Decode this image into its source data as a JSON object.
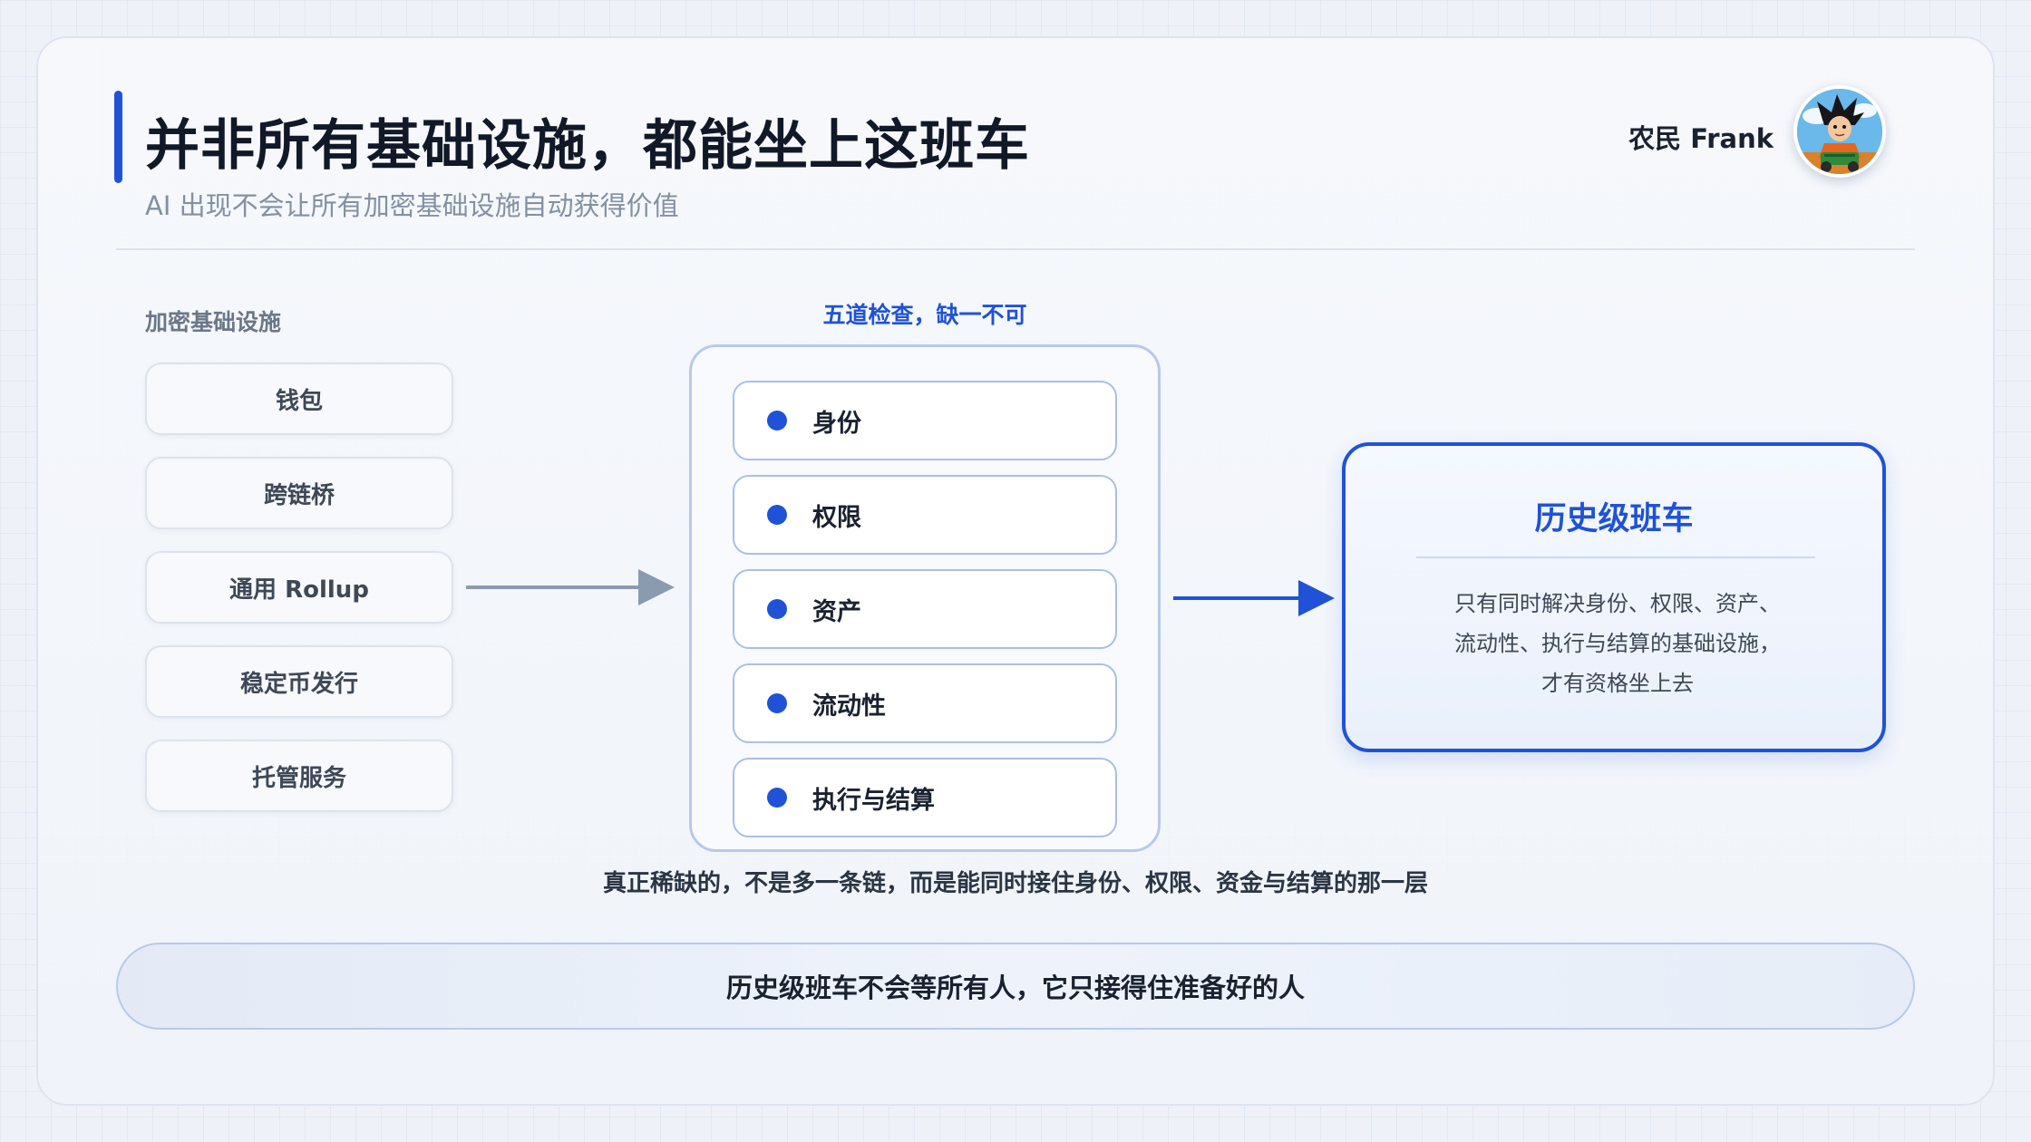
{
  "header": {
    "title": "并非所有基础设施，都能坐上这班车",
    "subtitle": "AI 出现不会让所有加密基础设施自动获得价值",
    "author": "农民 Frank"
  },
  "left_panel": {
    "label": "加密基础设施",
    "items": [
      "钱包",
      "跨链桥",
      "通用 Rollup",
      "稳定币发行",
      "托管服务"
    ]
  },
  "checks_panel": {
    "label": "五道检查，缺一不可",
    "items": [
      "身份",
      "权限",
      "资产",
      "流动性",
      "执行与结算"
    ]
  },
  "result": {
    "title": "历史级班车",
    "lines": [
      "只有同时解决身份、权限、资产、",
      "流动性、执行与结算的基础设施，",
      "才有资格坐上去"
    ]
  },
  "insight": "真正稀缺的，不是多一条链，而是能同时接住身份、权限、资金与结算的那一层",
  "banner": "历史级班车不会等所有人，它只接得住准备好的人",
  "colors": {
    "accent": "#1f52d6",
    "gray_arrow": "#8a9bb0"
  }
}
